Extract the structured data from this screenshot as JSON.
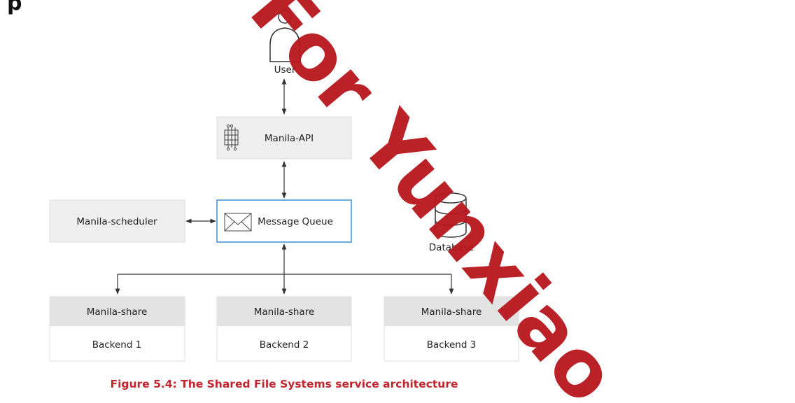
{
  "top_fragment": "p",
  "user": {
    "label": "User"
  },
  "manila_api": {
    "label": "Manila-API"
  },
  "message_queue": {
    "label": "Message Queue"
  },
  "scheduler": {
    "label": "Manila-scheduler"
  },
  "database": {
    "label": "Database"
  },
  "shares": [
    {
      "title": "Manila-share",
      "backend": "Backend 1"
    },
    {
      "title": "Manila-share",
      "backend": "Backend 2"
    },
    {
      "title": "Manila-share",
      "backend": "Backend 3"
    }
  ],
  "caption": "Figure 5.4: The Shared File Systems service architecture",
  "watermark": "For Yunxiao",
  "colors": {
    "caption": "#c0262d",
    "queue_border": "#3a8fd6",
    "box_fill": "#efefef",
    "share_header": "#e3e3e3",
    "watermark": "#b8171d"
  }
}
